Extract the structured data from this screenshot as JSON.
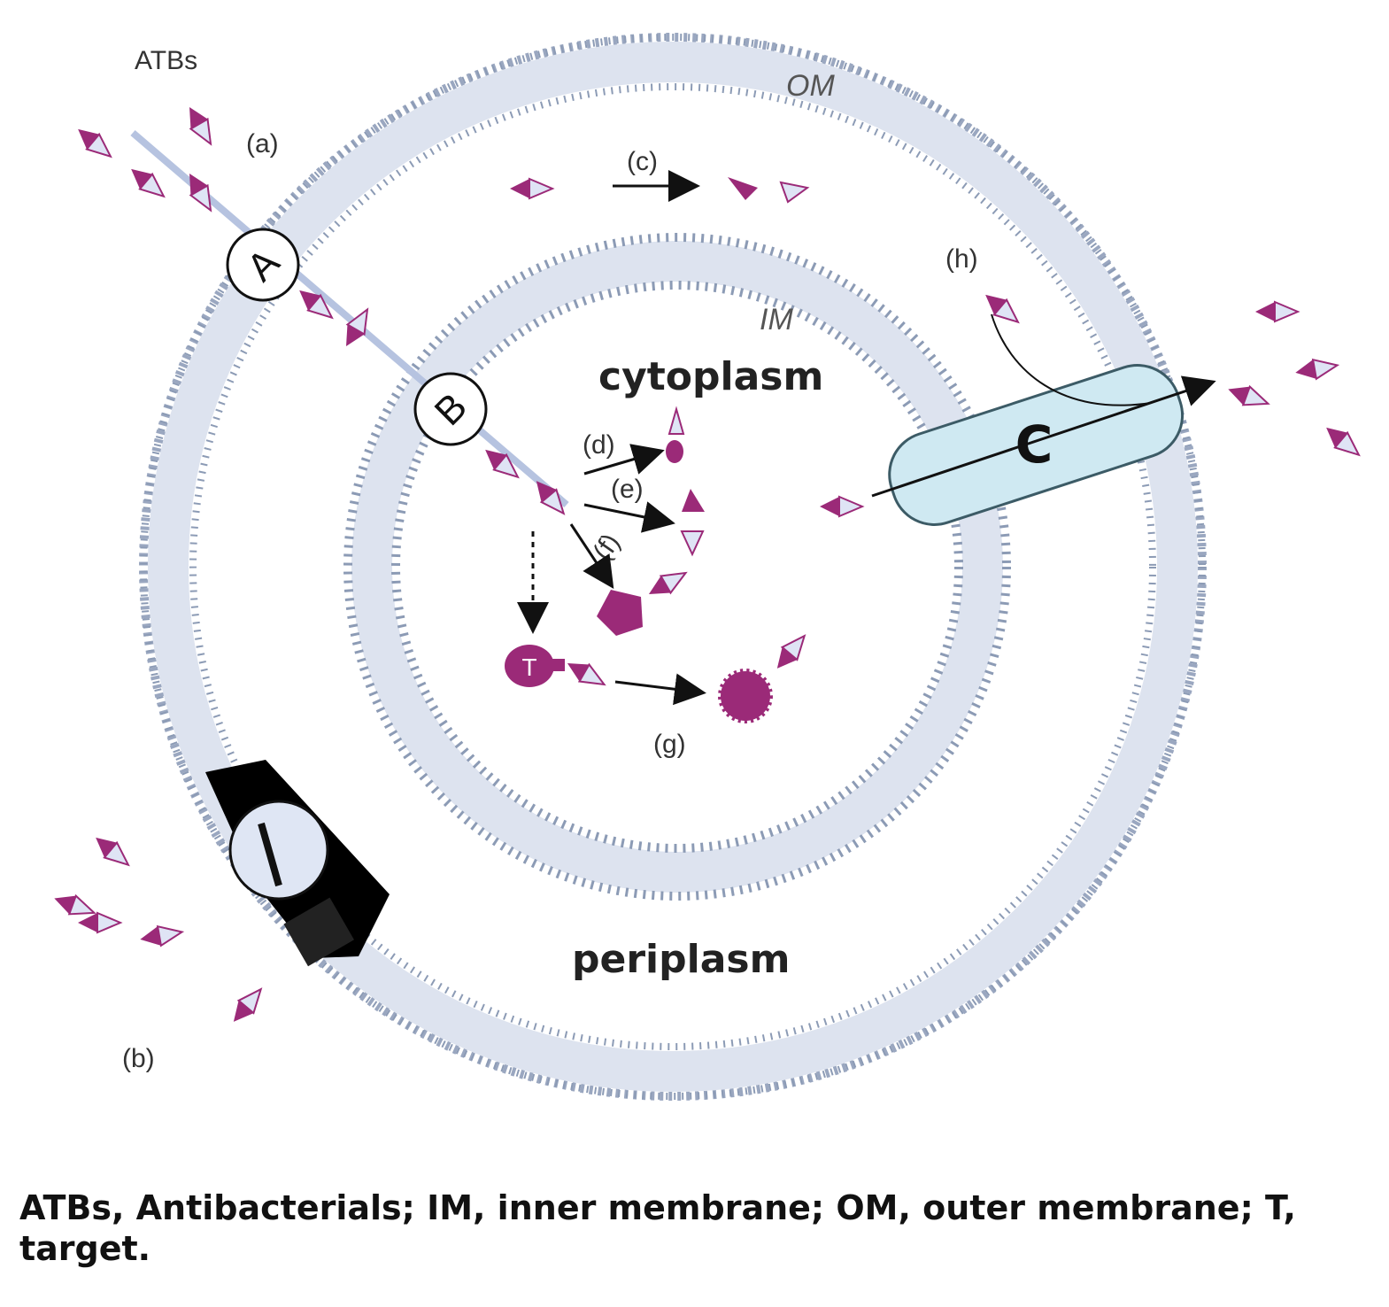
{
  "labels": {
    "atbs": "ATBs",
    "om": "OM",
    "im": "IM",
    "cytoplasm": "cytoplasm",
    "periplasm": "periplasm",
    "step_a": "(a)",
    "step_b": "(b)",
    "step_c": "(c)",
    "step_d": "(d)",
    "step_e": "(e)",
    "step_f": "(f)",
    "step_g": "(g)",
    "step_h": "(h)",
    "transporter_a": "A",
    "transporter_b": "B",
    "transporter_c": "C",
    "target": "T"
  },
  "caption": "ATBs, Antibacterials; IM, inner membrane; OM, outer membrane; T, target.",
  "colors": {
    "drug_magenta": "#9b2a78",
    "drug_pale": "#dfe4f5",
    "membrane": "#8c9bb5",
    "membrane_light": "#c9d2e3",
    "efflux_pump_fill": "#cfe9f2"
  }
}
